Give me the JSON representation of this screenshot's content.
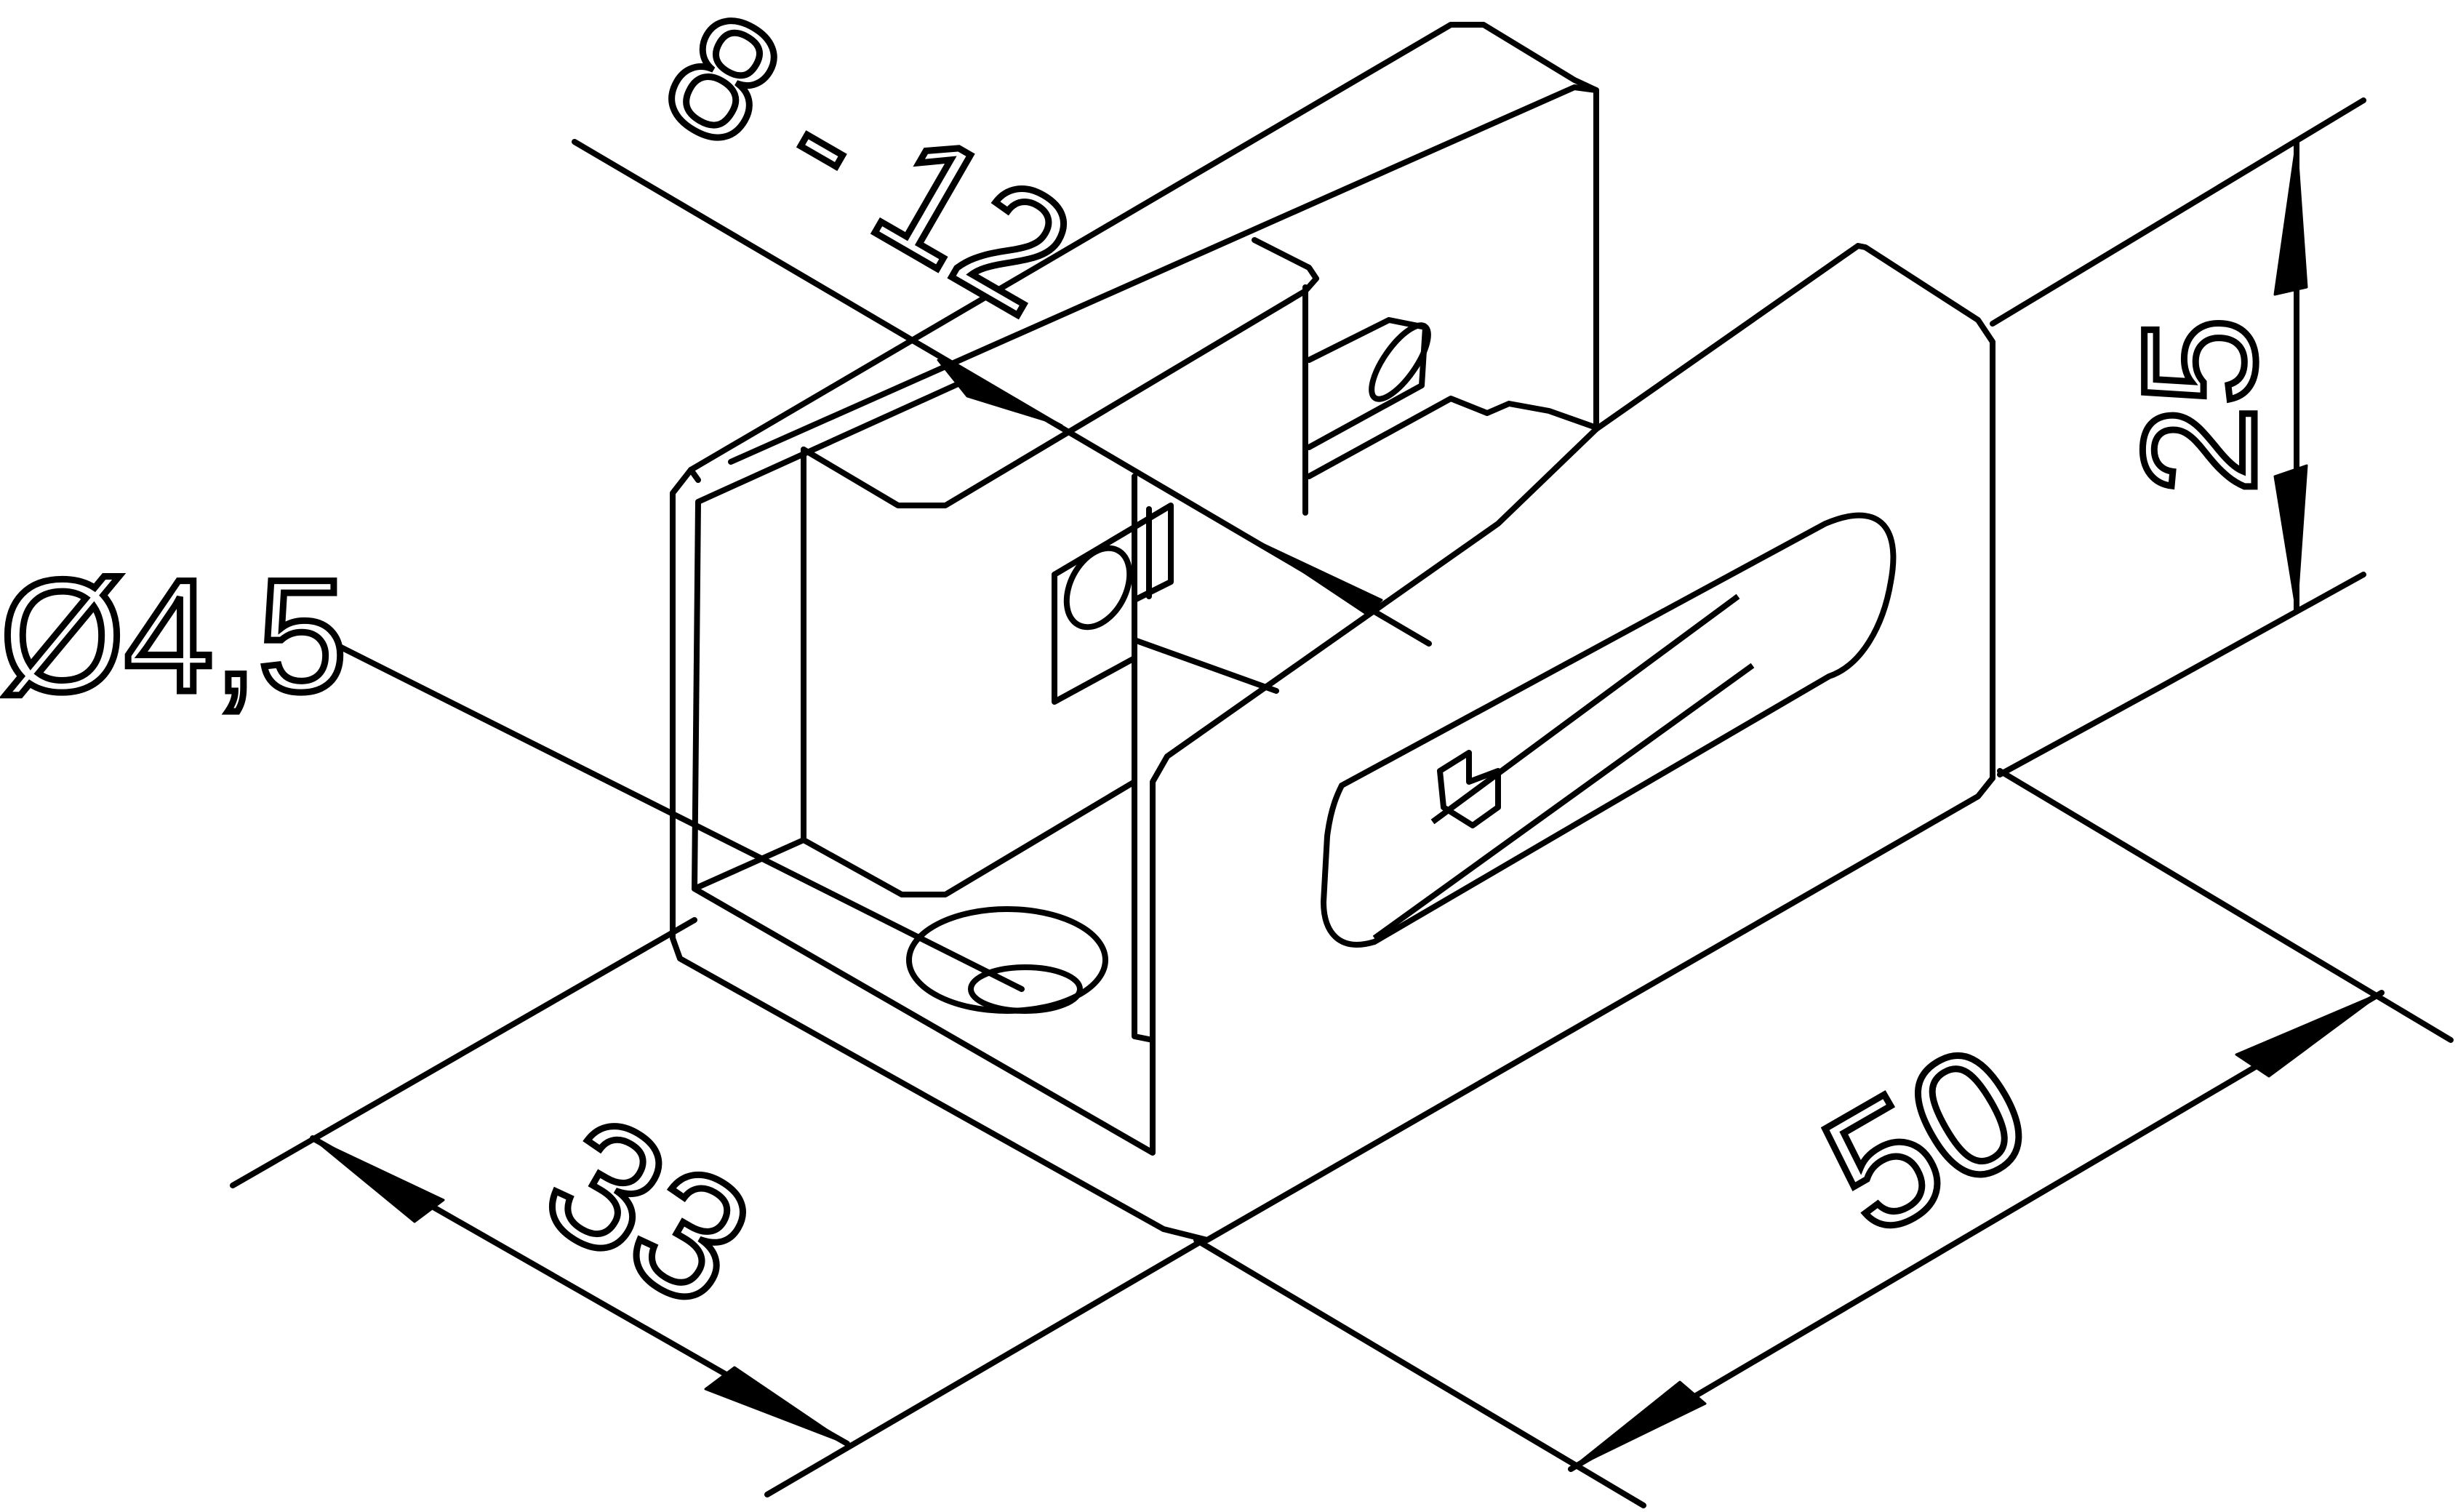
{
  "drawing": {
    "dimensions": {
      "slot_range": "8 - 12",
      "hole_diameter": "Ø4,5",
      "depth": "33",
      "length": "50",
      "height": "25"
    }
  }
}
